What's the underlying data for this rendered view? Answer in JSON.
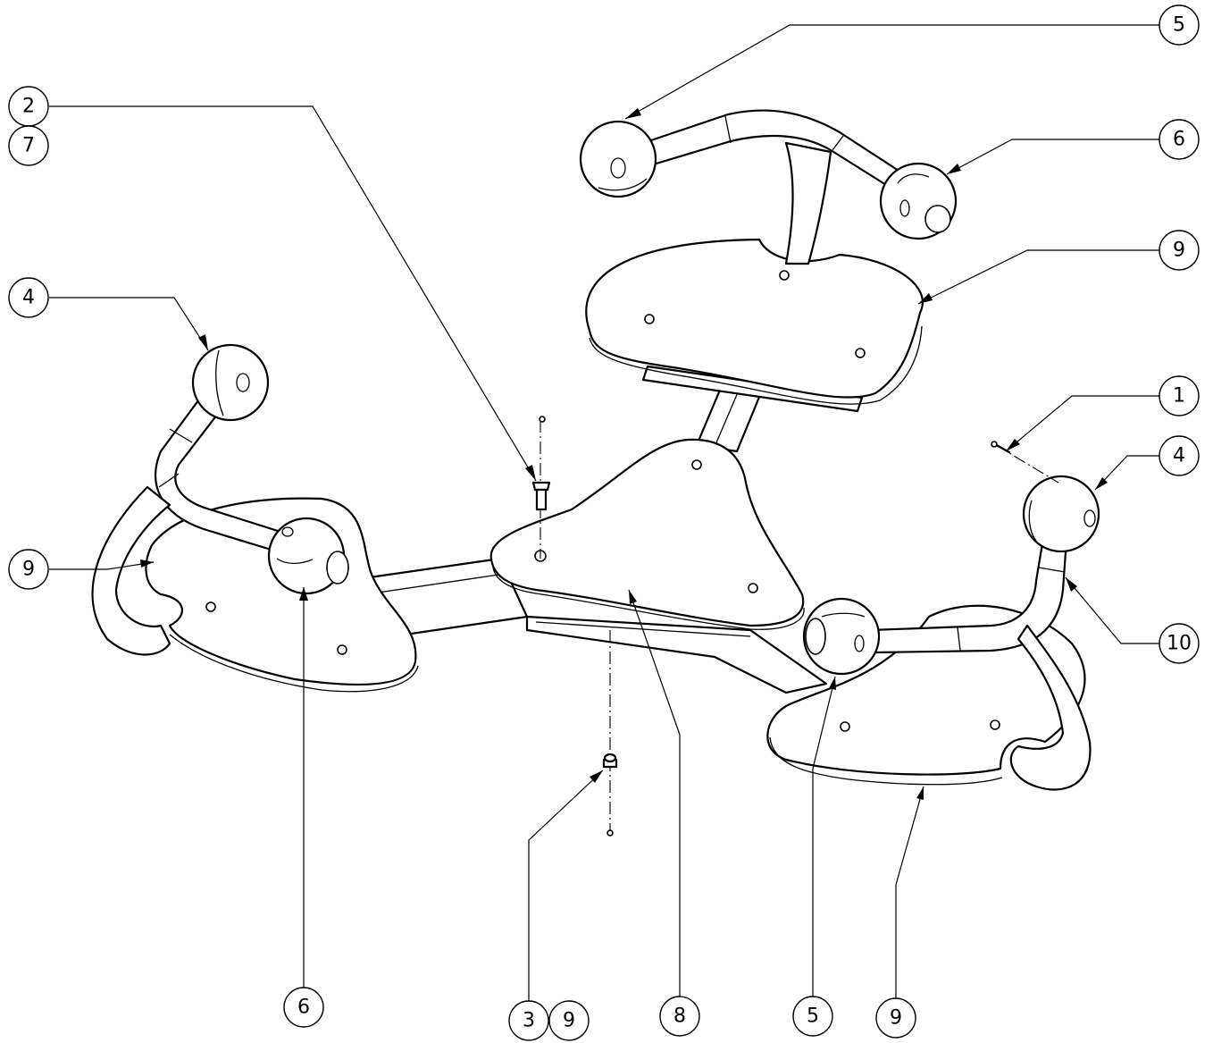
{
  "balloons": {
    "b_top_right_5": "5",
    "b_top_left_2": "2",
    "b_top_left_7": "7",
    "b_top_right_6": "6",
    "b_right_9": "9",
    "b_left_4": "4",
    "b_right_1": "1",
    "b_right_4": "4",
    "b_left_9": "9",
    "b_right_10": "10",
    "b_bottom_6": "6",
    "b_bottom_3": "3",
    "b_bottom_9a": "9",
    "b_bottom_8": "8",
    "b_bottom_5": "5",
    "b_bottom_9b": "9"
  }
}
